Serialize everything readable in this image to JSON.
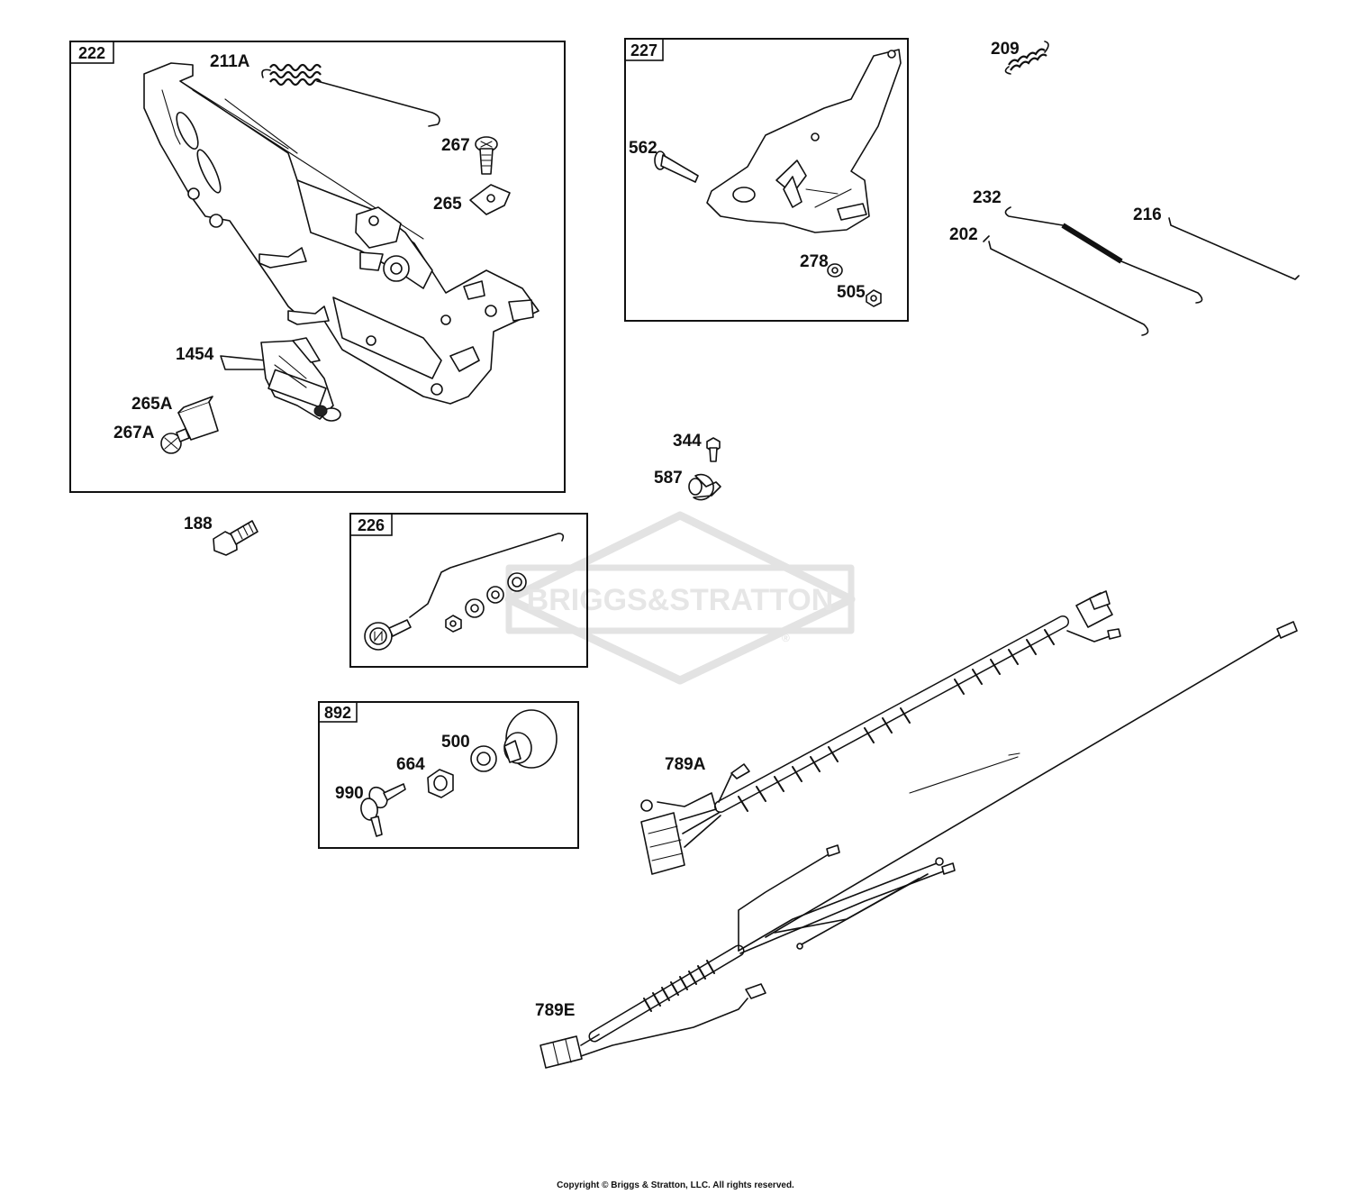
{
  "watermark": {
    "text": "BRIGGS&STRATTON",
    "registered": "®"
  },
  "boxes": {
    "b222": "222",
    "b227": "227",
    "b226": "226",
    "b892": "892"
  },
  "parts": {
    "p211A": "211A",
    "p267": "267",
    "p265": "265",
    "p1454": "1454",
    "p265A": "265A",
    "p267A": "267A",
    "p562": "562",
    "p278": "278",
    "p505": "505",
    "p209": "209",
    "p232": "232",
    "p216": "216",
    "p202": "202",
    "p344": "344",
    "p587": "587",
    "p188": "188",
    "p500": "500",
    "p664": "664",
    "p990": "990",
    "p789A": "789A",
    "p789E": "789E"
  },
  "copyright": "Copyright © Briggs & Stratton, LLC. All rights reserved."
}
